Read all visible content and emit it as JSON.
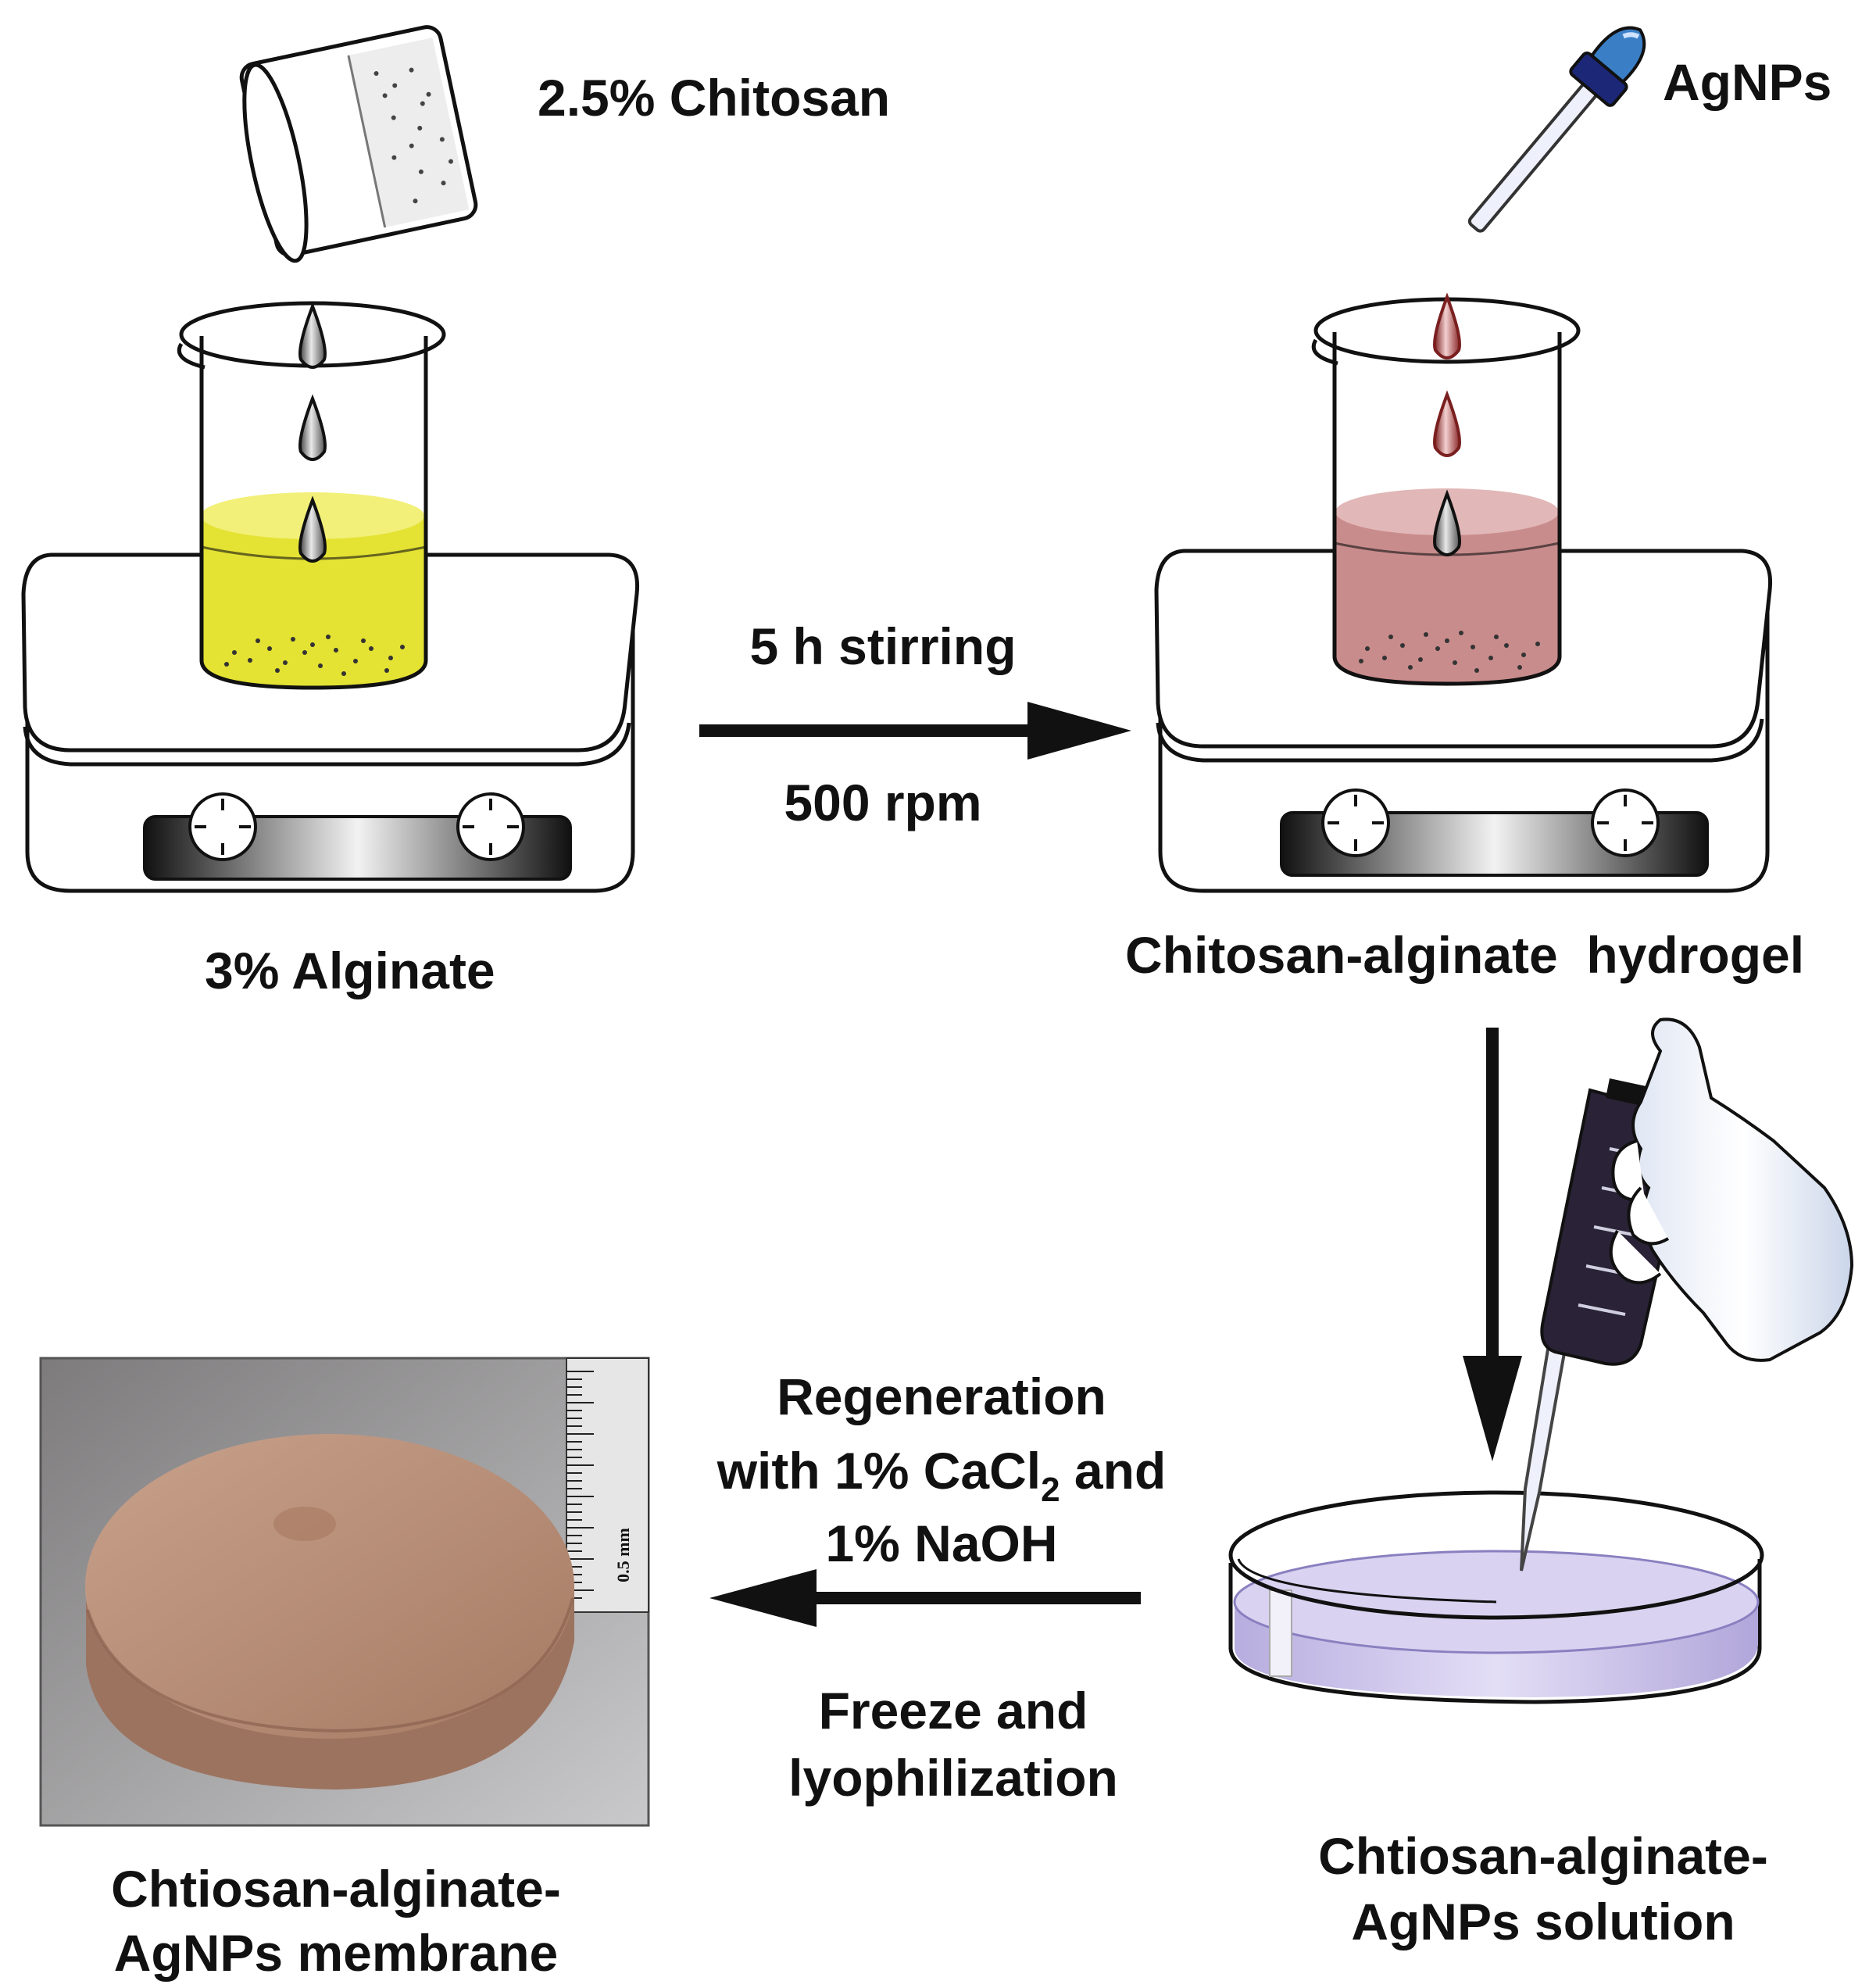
{
  "labels": {
    "chitosan": "2.5% Chitosan",
    "agnps": "AgNPs",
    "alginate": "3% Alginate",
    "stirring_time": "5 h stirring",
    "stirring_speed": "500 rpm",
    "hydrogel": "Chitosan-alginate  hydrogel",
    "regen_line1": "Regeneration",
    "regen_line2_pre": "with 1% CaCl",
    "regen_line2_sub": "2",
    "regen_line2_post": " and",
    "regen_line3": "1% NaOH",
    "freeze_line1": "Freeze and",
    "freeze_line2": "lyophilization",
    "solution_line1": "Chtiosan-alginate-",
    "solution_line2": "AgNPs solution",
    "membrane_line1": "Chtiosan-alginate-",
    "membrane_line2": "AgNPs membrane",
    "ruler_text": "0.5 mm"
  },
  "colors": {
    "alginate_liquid": "#e4e233",
    "hydrogel_liquid": "#c98c8c",
    "drop_gray": "#9a9a9a",
    "drop_red": "#b85a5a",
    "solution_liquid": "#c8c0ea",
    "membrane": "#b8907a",
    "dropper_bulb": "#3a7fc6",
    "pipette_body": "#2a2236"
  }
}
